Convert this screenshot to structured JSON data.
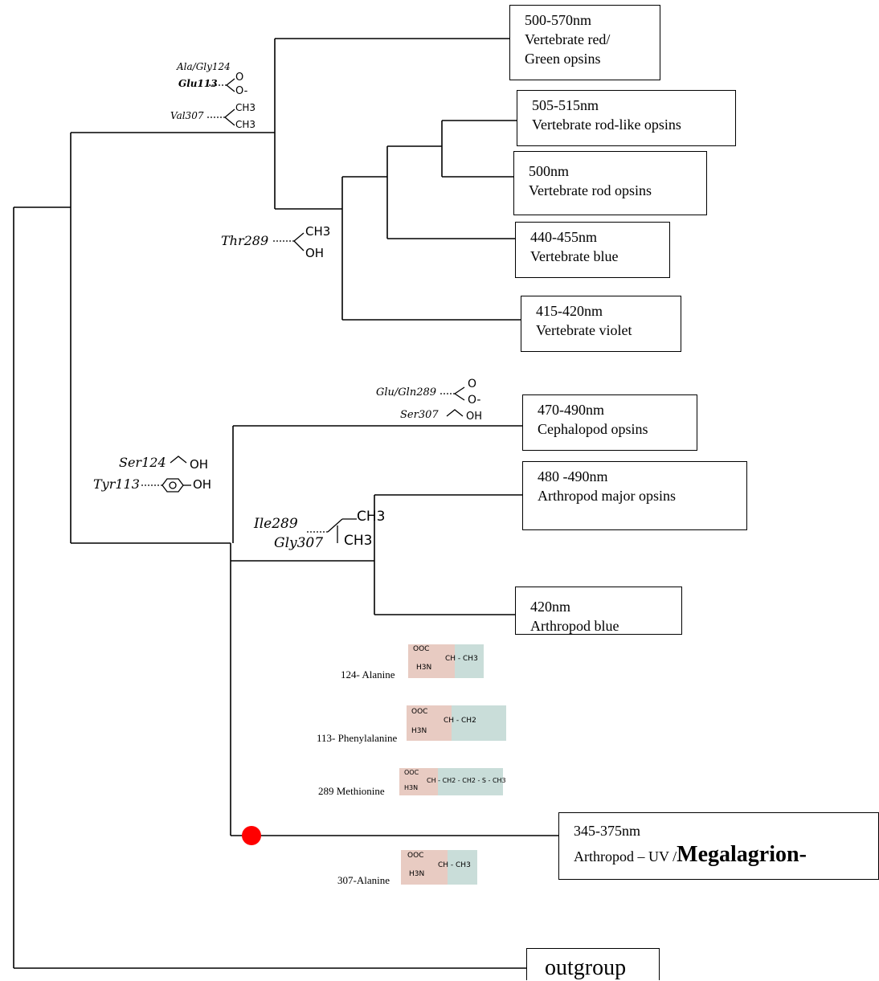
{
  "tips": {
    "red_green": {
      "range": "500-570nm",
      "line1": "Vertebrate red/",
      "line2": "Green opsins"
    },
    "rod_like": {
      "range": "505-515nm",
      "line1": "Vertebrate rod-like opsins"
    },
    "rod": {
      "range": "500nm",
      "line1": "Vertebrate rod opsins"
    },
    "blue": {
      "range": "440-455nm",
      "line1": "Vertebrate blue"
    },
    "violet": {
      "range": "415-420nm",
      "line1": "Vertebrate violet"
    },
    "cephalopod": {
      "range": "470-490nm",
      "line1": "Cephalopod opsins"
    },
    "arthropod_major": {
      "range": "480 -490nm",
      "line1": "Arthropod major  opsins"
    },
    "arthropod_blue": {
      "range": "420nm",
      "line1": "Arthropod blue"
    },
    "arthropod_uv": {
      "range": "345-375nm",
      "line1_prefix": "Arthropod – UV /",
      "line1_bold": "Megalagrion-"
    },
    "outgroup": {
      "label": "outgroup"
    }
  },
  "annotations": {
    "vert_sites": {
      "a": "Ala/Gly124",
      "b": "Glu113",
      "c": "Val307",
      "o": "O",
      "ominus": "O-",
      "ch3a": "CH3",
      "ch3b": "CH3"
    },
    "thr": {
      "label": "Thr289",
      "ch3": "CH3",
      "oh": "OH"
    },
    "ceph": {
      "a": "Glu/Gln289",
      "b": "Ser307",
      "o": "O",
      "ominus": "O-",
      "oh": "OH"
    },
    "invert_sites": {
      "a": "Ser124",
      "b": "Tyr113",
      "oh1": "OH",
      "oh2": "OH"
    },
    "arth": {
      "a": "Ile289",
      "b": "Gly307",
      "ch3a": "CH3",
      "ch3b": "CH3"
    }
  },
  "amino_acids": [
    {
      "label": "124- Alanine",
      "left": "OOC",
      "left2": "H3N",
      "right": "CH - CH3"
    },
    {
      "label": "113- Phenylalanine",
      "left": "OOC",
      "left2": "H3N",
      "right": "CH - CH2"
    },
    {
      "label": "289 Methionine",
      "left": "OOC",
      "left2": "H3N",
      "right": "CH - CH2 - CH2 - S - CH3"
    },
    {
      "label": "307-Alanine",
      "left": "OOC",
      "left2": "H3N",
      "right": "CH - CH3"
    }
  ],
  "colors": {
    "line": "#000000",
    "marker": "#ff0000",
    "amino_left": "#e8cbc2",
    "amino_right": "#c9ddd9"
  }
}
